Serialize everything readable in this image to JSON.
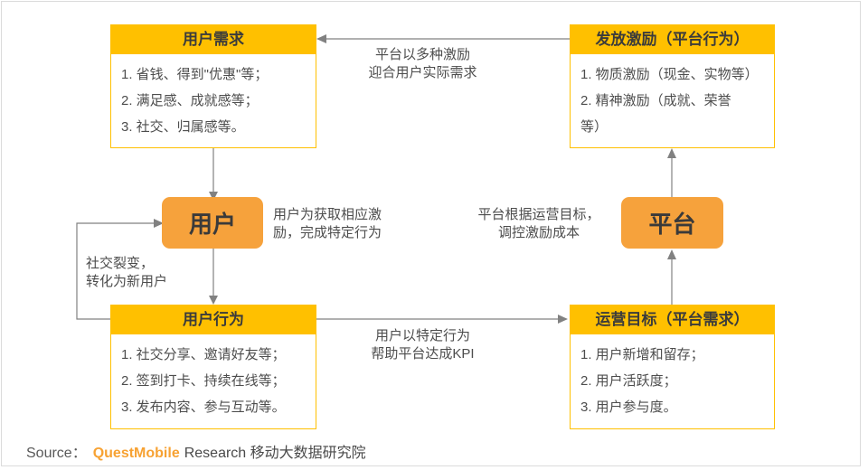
{
  "colors": {
    "header_gold": "#FFC000",
    "node_orange": "#F6A23C",
    "line_gray": "#818181",
    "brand_orange": "#F7A233"
  },
  "boxes": {
    "user_needs": {
      "title": "用户需求",
      "items": [
        "1. 省钱、得到\"优惠\"等；",
        "2. 满足感、成就感等；",
        "3. 社交、归属感等。"
      ]
    },
    "incentives": {
      "title": "发放激励（平台行为）",
      "items": [
        "1. 物质激励（现金、实物等）",
        "2. 精神激励（成就、荣誉\n等）"
      ]
    },
    "user_behavior": {
      "title": "用户行为",
      "items": [
        "1. 社交分享、邀请好友等；",
        "2. 签到打卡、持续在线等；",
        "3. 发布内容、参与互动等。"
      ]
    },
    "operation_goals": {
      "title": "运营目标（平台需求）",
      "items": [
        "1. 用户新增和留存；",
        "2. 用户活跃度；",
        "3. 用户参与度。"
      ]
    }
  },
  "nodes": {
    "user": "用户",
    "platform": "平台"
  },
  "edge_labels": {
    "incentives_to_needs": "平台以多种激励\n迎合用户实际需求",
    "user_motivation": "用户为获取相应激\n励，完成特定行为",
    "platform_control": "平台根据运营目标，\n调控激励成本",
    "behavior_to_goals": "用户以特定行为\n帮助平台达成KPI",
    "social_fission": "社交裂变，\n转化为新用户"
  },
  "source": {
    "prefix": "Source：",
    "brand": "QuestMobile",
    "suffix": "Research 移动大数据研究院"
  }
}
